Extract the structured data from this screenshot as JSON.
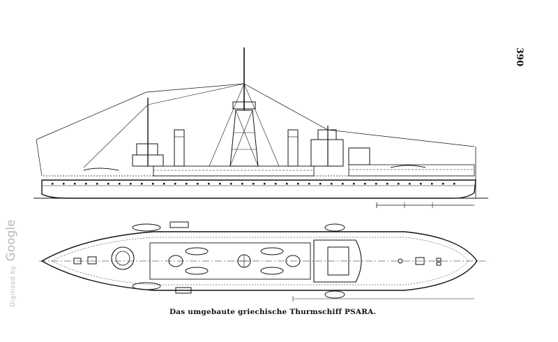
{
  "page": {
    "number": "390",
    "caption": "Das umgebaute griechische Thurmschiff PSARA."
  },
  "watermark": {
    "small": "Digitized by",
    "brand": "Google"
  },
  "drawings": {
    "side_elevation": "ship-side-elevation",
    "deck_plan": "ship-deck-plan"
  }
}
